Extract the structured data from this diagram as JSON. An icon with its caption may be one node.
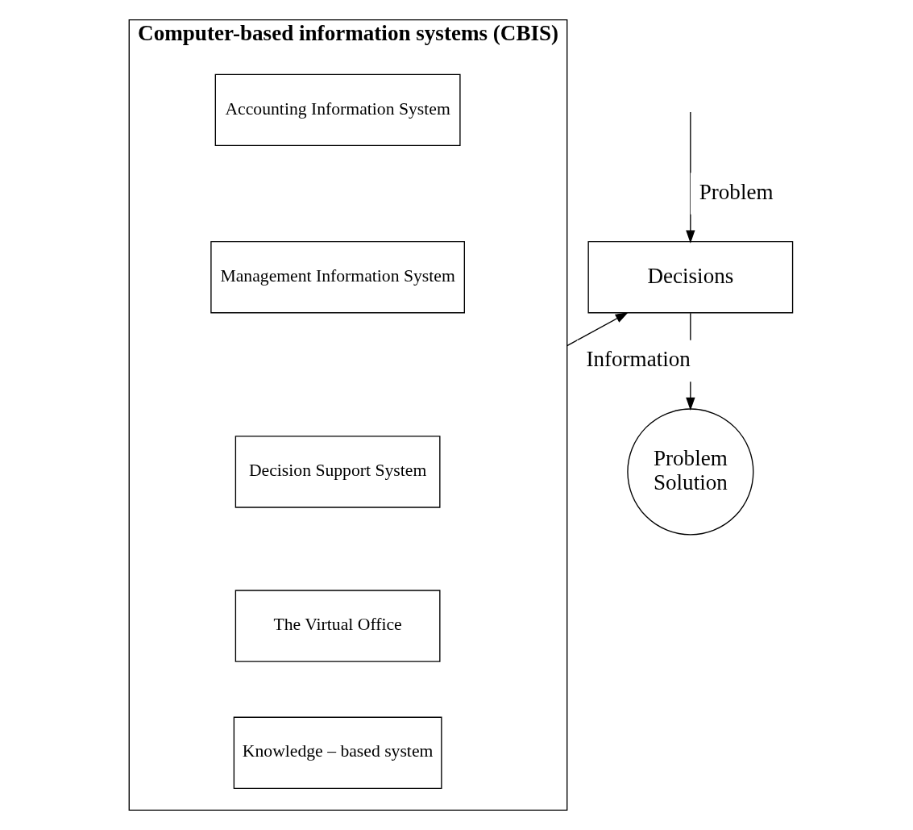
{
  "diagram": {
    "nodes": [
      {
        "text": [
          "Decisions"
        ]
      },
      {
        "text": [
          "Problem Solution"
        ]
      },
      {
        "text": [
          "Computer-based information systems (CBIS)"
        ]
      },
      {
        "text": [
          "Accounting Information System"
        ],
        "in": 2
      },
      {
        "text": [
          "Management Information System"
        ],
        "in": 2
      },
      {
        "text": [
          "Decision Support System"
        ],
        "in": 2
      },
      {
        "text": [
          "The Virtual Office"
        ],
        "in": 2
      },
      {
        "text": [
          "Knowledge – based system"
        ],
        "in": 2
      }
    ],
    "edges": [
      {
        "from": null,
        "to": 0,
        "arrow": "to",
        "label": "Problem"
      },
      {
        "from": 2,
        "to": 0,
        "arrow": "to",
        "label": "Information"
      },
      {
        "from": 0,
        "to": 1,
        "arrow": "to"
      }
    ]
  }
}
